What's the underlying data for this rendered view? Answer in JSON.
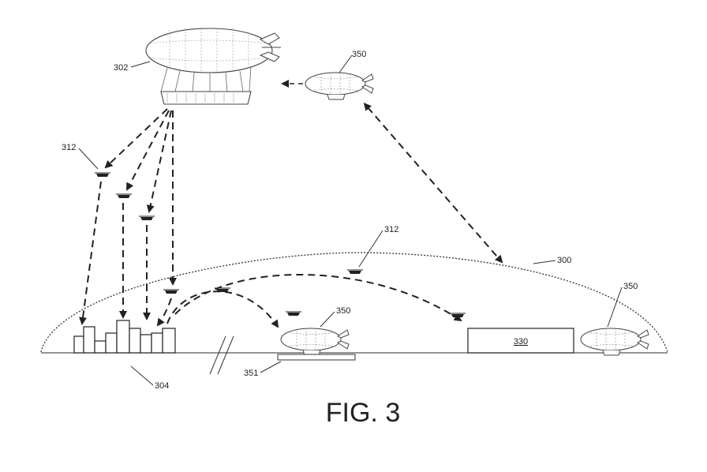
{
  "figure": {
    "caption": "FIG. 3"
  },
  "labels": {
    "airship_main": "302",
    "airship_small": "350",
    "drone_left": "312",
    "drone_dome": "312",
    "dome": "300",
    "airship_ground_mid": "350",
    "airship_ground_right": "350",
    "buildings": "304",
    "station": "351",
    "facility": "330"
  }
}
